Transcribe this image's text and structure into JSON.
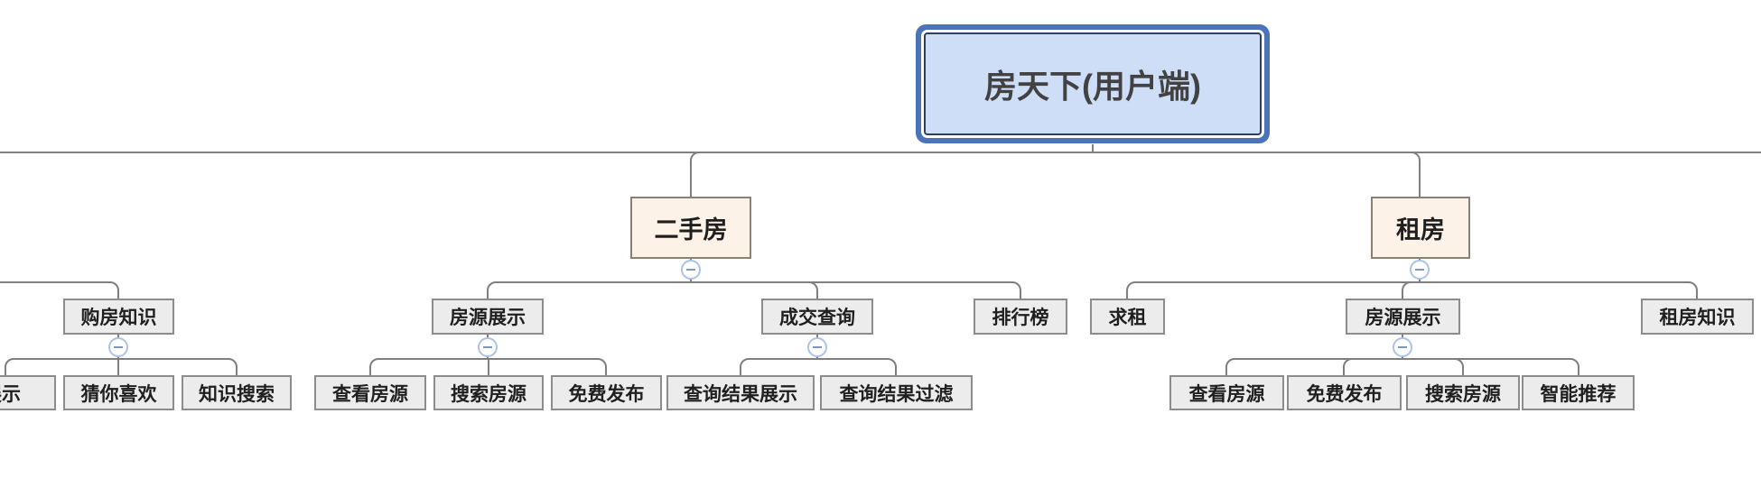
{
  "colors": {
    "accent_ring": "#4c73b9",
    "root_border": "#2f3f5e",
    "root_fill": "#cfdef7",
    "root_text": "#424242",
    "l2_fill": "#fdf2e8",
    "l2_border": "#8b8173",
    "node_fill": "#ececec",
    "node_border": "#8c8c8c",
    "text_color": "#1f1f1f",
    "connector": "#7f7f7f",
    "collapse_border": "#abc3e6",
    "collapse_glyph": "#7e95bd",
    "collapse_fill": "#ffffff"
  },
  "mindmap": {
    "root": {
      "label": "房天下(用户端)",
      "selected": true
    },
    "branches": [
      {
        "label": "二手房",
        "children": [
          {
            "label": "房源展示",
            "children": [
              {
                "label": "查看房源"
              },
              {
                "label": "搜索房源"
              },
              {
                "label": "免费发布"
              }
            ]
          },
          {
            "label": "成交查询",
            "children": [
              {
                "label": "查询结果展示"
              },
              {
                "label": "查询结果过滤"
              }
            ]
          },
          {
            "label": "排行榜"
          }
        ]
      },
      {
        "label": "租房",
        "children": [
          {
            "label": "求租"
          },
          {
            "label": "房源展示",
            "children": [
              {
                "label": "查看房源"
              },
              {
                "label": "免费发布"
              },
              {
                "label": "搜索房源"
              },
              {
                "label": "智能推荐"
              }
            ]
          },
          {
            "label": "租房知识"
          }
        ]
      }
    ],
    "clipped_left_branch": {
      "label": "购房知识",
      "children": [
        {
          "label": "展示"
        },
        {
          "label": "猜你喜欢"
        },
        {
          "label": "知识搜索"
        }
      ]
    }
  }
}
